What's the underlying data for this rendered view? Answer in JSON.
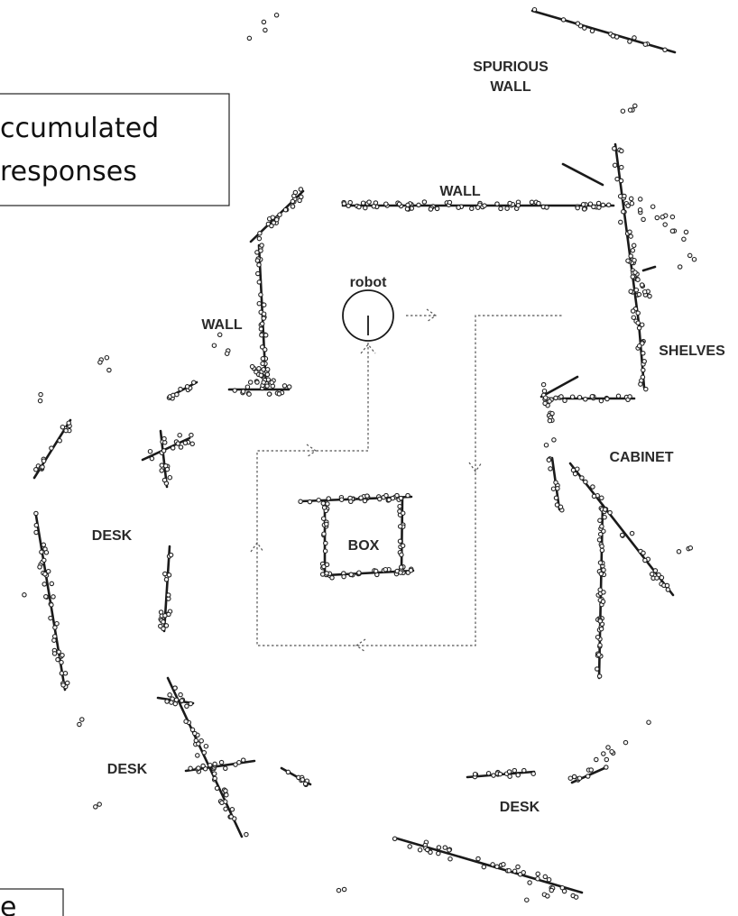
{
  "callouts": {
    "top_line1": "ccumulated",
    "top_line2": "responses",
    "bottom_partial": "e"
  },
  "labels": {
    "spurious_line1": "SPURIOUS",
    "spurious_line2": "WALL",
    "wall_top": "WALL",
    "wall_left": "WALL",
    "robot": "robot",
    "shelves": "SHELVES",
    "cabinet": "CABINET",
    "box": "BOX",
    "desk_left": "DESK",
    "desk_bottom_left": "DESK",
    "desk_bottom_right": "DESK"
  },
  "colors": {
    "ink": "#1a1a1a",
    "background": "#ffffff"
  }
}
